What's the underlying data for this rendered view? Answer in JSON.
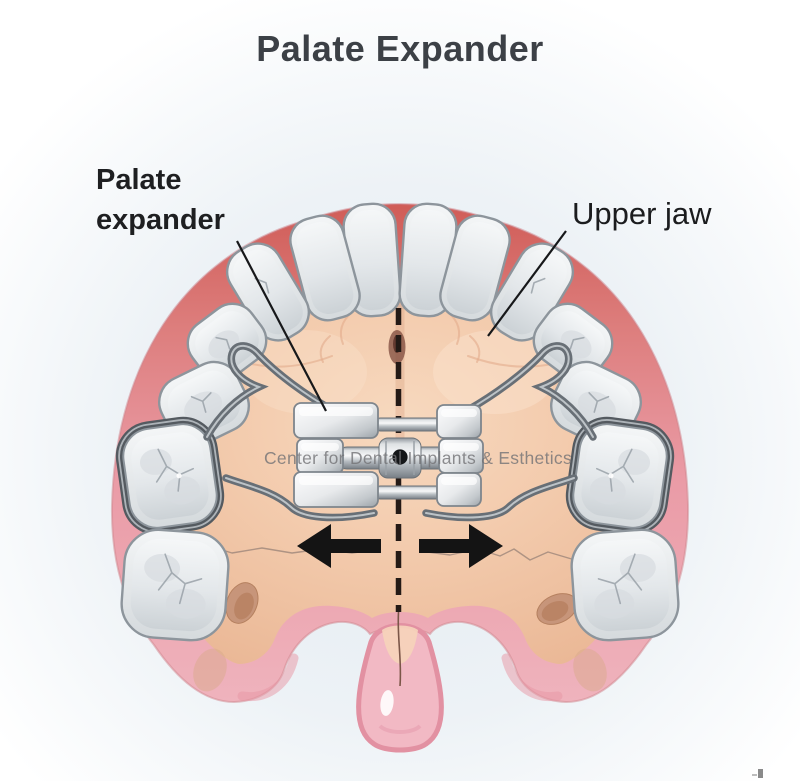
{
  "title": "Palate Expander",
  "labels": {
    "palate_expander_line1": "Palate",
    "palate_expander_line2": "expander",
    "upper_jaw": "Upper jaw"
  },
  "watermark": "Center for Dental Implants & Esthetics",
  "colors": {
    "title_text": "#3c4046",
    "label_text": "#1e1f21",
    "watermark_text": "#737376",
    "gum_red": "#d0605b",
    "soft_palate_pink": "#ecaab5",
    "palate_peach": "#f3cbad",
    "tooth_enamel": "#e9ecee",
    "appliance_metal": "#c6cbd0",
    "wire_gray": "#686f76",
    "arrow_black": "#141414",
    "background_halo": "#e7edf2"
  }
}
